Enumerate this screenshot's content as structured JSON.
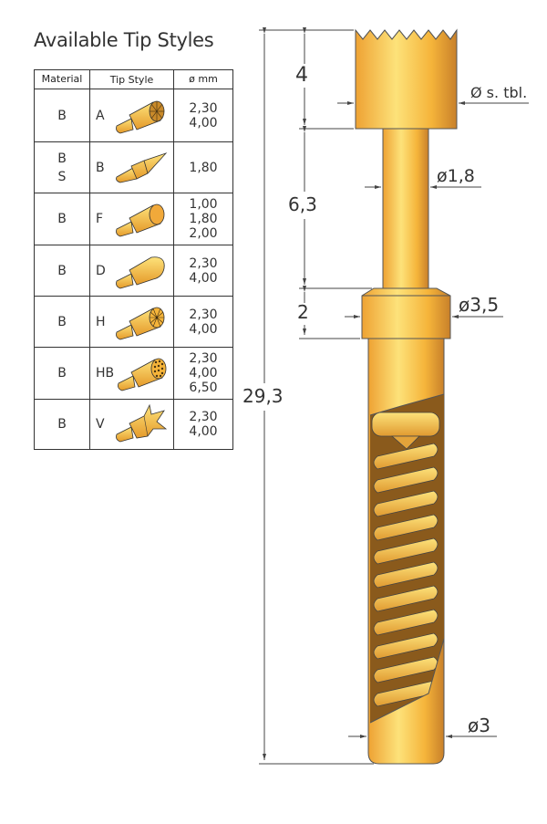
{
  "title": "Available Tip Styles",
  "table": {
    "headers": [
      "Material",
      "Tip Style",
      "ø mm"
    ],
    "rows": [
      {
        "material": "B",
        "style": "A",
        "icon": "crown-serrated-tip-icon",
        "diameters": [
          "2,30",
          "4,00"
        ],
        "height": 58
      },
      {
        "material": "B\nS",
        "material_lines": [
          "B",
          "S"
        ],
        "style": "B",
        "icon": "pointed-cone-tip-icon",
        "diameters": [
          "1,80"
        ],
        "height": 56
      },
      {
        "material": "B",
        "style": "F",
        "icon": "flat-tip-icon",
        "diameters": [
          "1,00",
          "1,80",
          "2,00"
        ],
        "height": 57
      },
      {
        "material": "B",
        "style": "D",
        "icon": "domed-tip-icon",
        "diameters": [
          "2,30",
          "4,00"
        ],
        "height": 56
      },
      {
        "material": "B",
        "style": "H",
        "icon": "multi-point-tip-icon",
        "diameters": [
          "2,30",
          "4,00"
        ],
        "height": 56
      },
      {
        "material": "B",
        "style": "HB",
        "icon": "multi-point-fine-tip-icon",
        "diameters": [
          "2,30",
          "4,00",
          "6,50"
        ],
        "height": 57
      },
      {
        "material": "B",
        "style": "V",
        "icon": "crown-v-tip-icon",
        "diameters": [
          "2,30",
          "4,00"
        ],
        "height": 55
      }
    ]
  },
  "drawing": {
    "total_length": "29,3",
    "head_length": "4",
    "plunger_length": "6,3",
    "collar_length": "2",
    "head_diameter": "Ø s. tbl.",
    "plunger_diameter": "ø1,8",
    "collar_diameter": "ø3,5",
    "barrel_diameter": "ø3",
    "colors": {
      "gold_light": "#fde27a",
      "gold_mid": "#f5b43a",
      "gold_dark": "#d0862a",
      "cutaway_bg": "#8a5a1c",
      "outline": "#555555",
      "dim_line": "#444444"
    }
  }
}
